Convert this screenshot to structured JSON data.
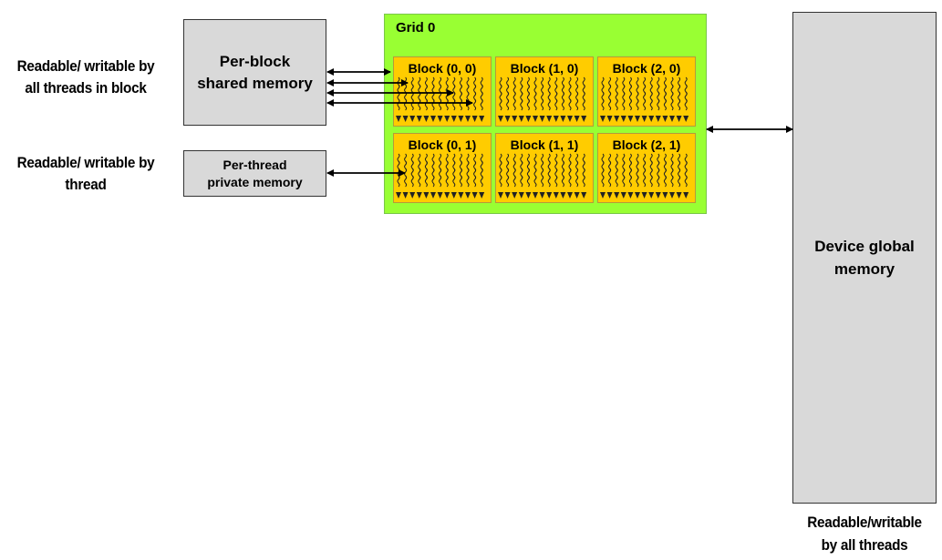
{
  "left_labels": {
    "shared": [
      "Readable/ writable by",
      "all threads in block"
    ],
    "private": [
      "Readable/ writable by",
      "thread"
    ]
  },
  "shared_memory_box": {
    "lines": [
      "Per-block",
      "shared memory"
    ]
  },
  "private_memory_box": {
    "lines": [
      "Per-thread",
      "private memory"
    ]
  },
  "grid": {
    "title": "Grid 0",
    "blocks": [
      "Block (0, 0)",
      "Block (1, 0)",
      "Block (2, 0)",
      "Block (0, 1)",
      "Block (1, 1)",
      "Block (2, 1)"
    ]
  },
  "global_memory_box": {
    "lines": [
      "Device global",
      "memory"
    ]
  },
  "global_label": [
    "Readable/writable",
    "by all threads"
  ],
  "colors": {
    "grid_bg": "#99ff33",
    "block_bg": "#ffcc00",
    "memory_box_bg": "#d9d9d9"
  }
}
